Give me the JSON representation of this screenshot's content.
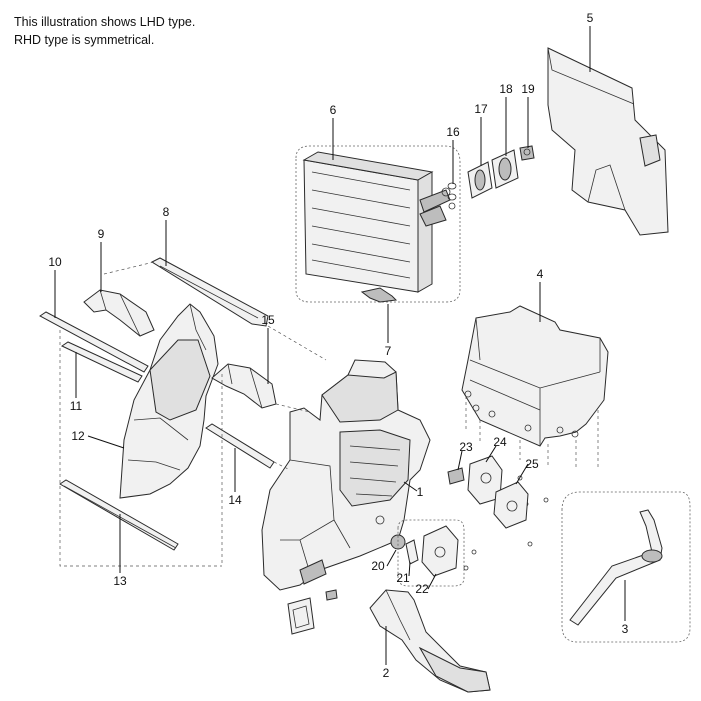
{
  "note": {
    "line1": "This illustration shows LHD type.",
    "line2": "RHD type is symmetrical."
  },
  "callouts": {
    "c1": "1",
    "c2": "2",
    "c3": "3",
    "c4": "4",
    "c5": "5",
    "c6": "6",
    "c7": "7",
    "c8": "8",
    "c9": "9",
    "c10": "10",
    "c11": "11",
    "c12": "12",
    "c13": "13",
    "c14": "14",
    "c15": "15",
    "c16": "16",
    "c17": "17",
    "c18": "18",
    "c19": "19",
    "c20": "20",
    "c21": "21",
    "c22": "22",
    "c23": "23",
    "c24": "24",
    "c25": "25"
  }
}
